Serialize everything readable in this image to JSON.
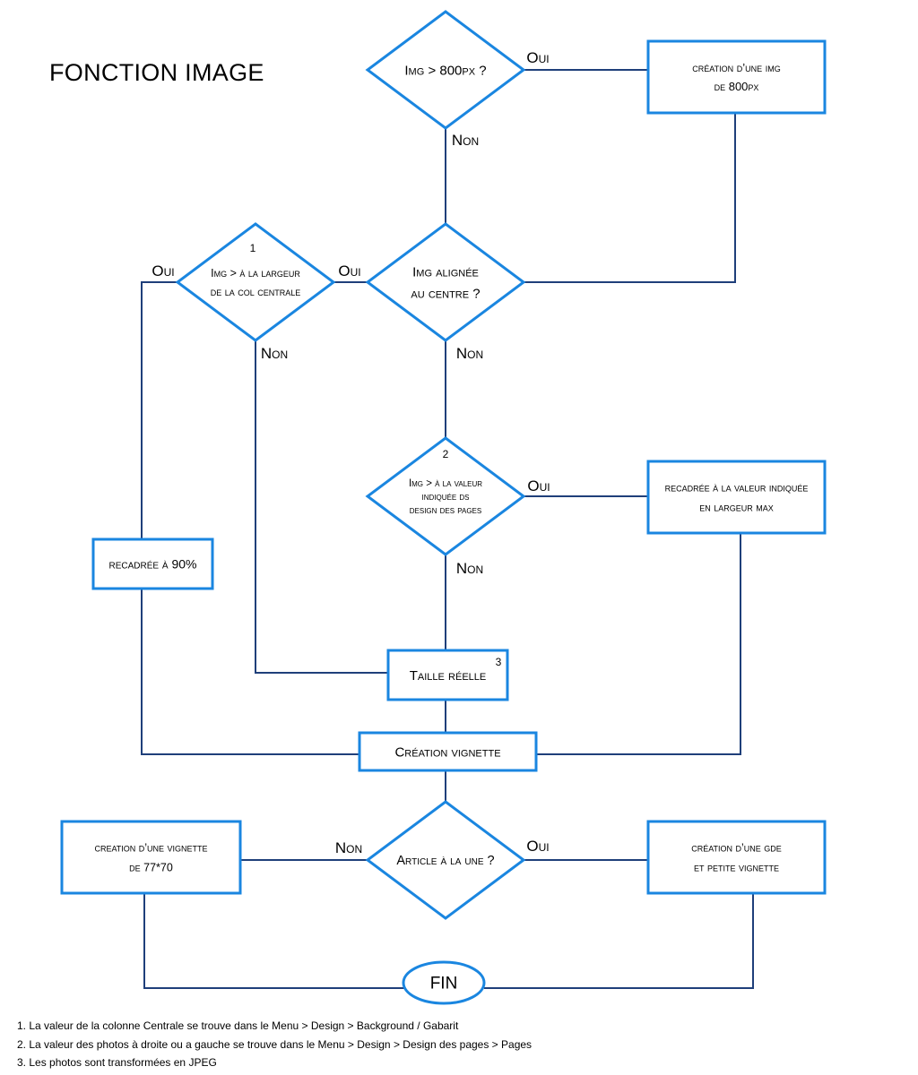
{
  "title": "FONCTION IMAGE",
  "colors": {
    "shape_border": "#1a86e0",
    "connector": "#1f3f7a"
  },
  "nodes": {
    "d_img800": {
      "text": [
        "Img > 800px ?"
      ]
    },
    "b_create800": {
      "text": [
        "création d’une img",
        "de 800px"
      ]
    },
    "d_aligned": {
      "text": [
        "Img alignée",
        "au centre ?"
      ]
    },
    "d_colwidth": {
      "text": [
        "Img > à la largeur",
        "de la col centrale"
      ],
      "note": "1"
    },
    "d_pagevalue": {
      "text": [
        "Img > à la valeur",
        "indiquée ds",
        "design des pages"
      ],
      "note": "2"
    },
    "b_crop_value": {
      "text": [
        "recadrée à la valeur indiquée",
        "en largeur max"
      ]
    },
    "b_crop90": {
      "text": [
        "recadrée à 90%"
      ]
    },
    "b_realsize": {
      "text": [
        "Taille réelle"
      ],
      "note": "3"
    },
    "b_thumb": {
      "text": [
        "Création vignette"
      ]
    },
    "d_featured": {
      "text": [
        "Article à la une ?"
      ]
    },
    "b_thumb7770": {
      "text": [
        "creation d’une vignette",
        "de 77*70"
      ]
    },
    "b_bigsmall": {
      "text": [
        "création d’une gde",
        "et petite vignette"
      ]
    },
    "e_end": {
      "text": [
        "FIN"
      ]
    }
  },
  "edge_labels": [
    {
      "id": "yes-800",
      "text": "Oui"
    },
    {
      "id": "no-800",
      "text": "Non"
    },
    {
      "id": "yes-aligned",
      "text": "Oui"
    },
    {
      "id": "no-aligned",
      "text": "Non"
    },
    {
      "id": "yes-col",
      "text": "Oui"
    },
    {
      "id": "no-col",
      "text": "Non"
    },
    {
      "id": "yes-page",
      "text": "Oui"
    },
    {
      "id": "no-page",
      "text": "Non"
    },
    {
      "id": "yes-featured",
      "text": "Oui"
    },
    {
      "id": "no-featured",
      "text": "Non"
    }
  ],
  "footnotes": [
    "1. La valeur de la colonne Centrale se trouve dans le Menu > Design > Background / Gabarit",
    "2. La valeur des photos à droite ou a gauche se trouve dans le Menu > Design > Design des pages > Pages",
    "3. Les photos sont transformées en JPEG"
  ]
}
